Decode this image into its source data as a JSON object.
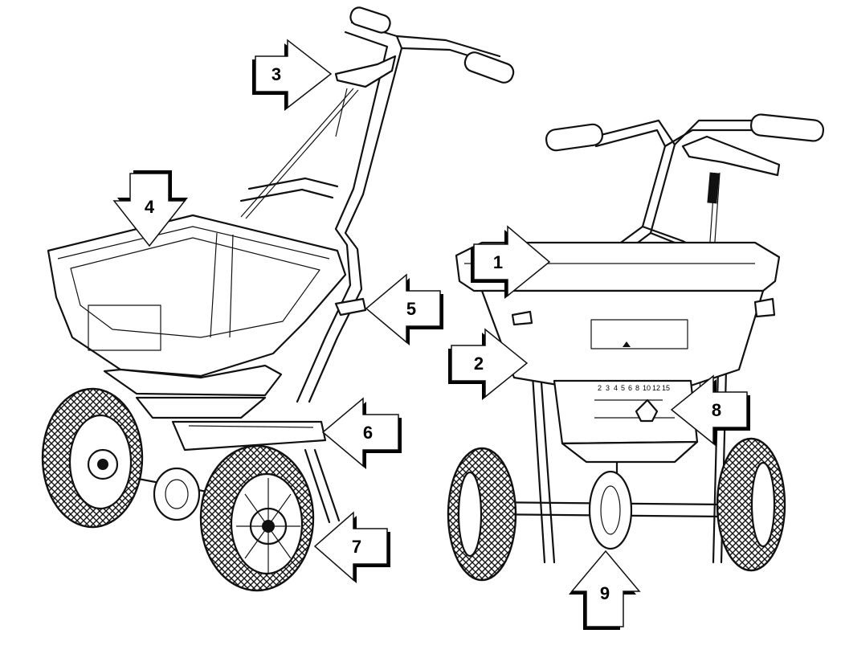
{
  "callouts": [
    {
      "id": "1",
      "label": "1"
    },
    {
      "id": "2",
      "label": "2"
    },
    {
      "id": "3",
      "label": "3"
    },
    {
      "id": "4",
      "label": "4"
    },
    {
      "id": "5",
      "label": "5"
    },
    {
      "id": "6",
      "label": "6"
    },
    {
      "id": "7",
      "label": "7"
    },
    {
      "id": "8",
      "label": "8"
    },
    {
      "id": "9",
      "label": "9"
    }
  ],
  "dial_scale": [
    "2",
    "3",
    "4",
    "5",
    "6",
    "8",
    "10",
    "12",
    "15"
  ],
  "colors": {
    "line": "#111111",
    "background": "#ffffff",
    "shadow": "#000000"
  }
}
